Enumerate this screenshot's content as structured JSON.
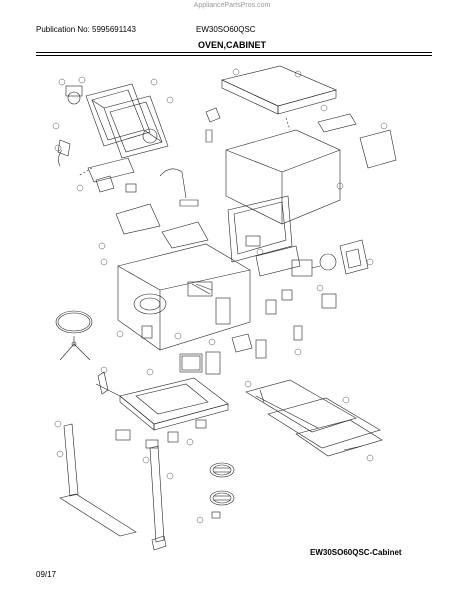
{
  "header": {
    "watermark": "AppliancePartsPros.com",
    "publication_label": "Publication No: 5995691143",
    "model": "EW30SO60QSC",
    "section_title": "OVEN,CABINET"
  },
  "footer": {
    "caption": "EW30SO60QSC-Cabinet",
    "date": "09/17"
  }
}
